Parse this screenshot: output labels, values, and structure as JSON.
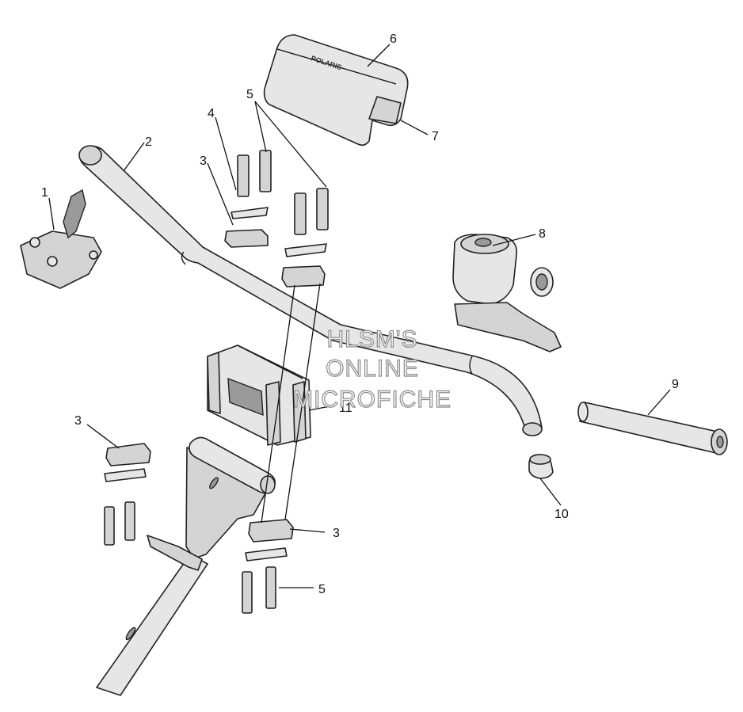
{
  "callouts": [
    {
      "id": "c1",
      "label": "1"
    },
    {
      "id": "c2",
      "label": "2"
    },
    {
      "id": "c3a",
      "label": "3"
    },
    {
      "id": "c3b",
      "label": "3"
    },
    {
      "id": "c3c",
      "label": "3"
    },
    {
      "id": "c4",
      "label": "4"
    },
    {
      "id": "c5a",
      "label": "5"
    },
    {
      "id": "c5b",
      "label": "5"
    },
    {
      "id": "c6",
      "label": "6"
    },
    {
      "id": "c7",
      "label": "7"
    },
    {
      "id": "c8",
      "label": "8"
    },
    {
      "id": "c9",
      "label": "9"
    },
    {
      "id": "c10",
      "label": "10"
    },
    {
      "id": "c11",
      "label": "11"
    }
  ],
  "pad_brand": "POLARIS",
  "watermark": [
    "HLSM'S",
    "ONLINE",
    "MICROFICHE"
  ]
}
